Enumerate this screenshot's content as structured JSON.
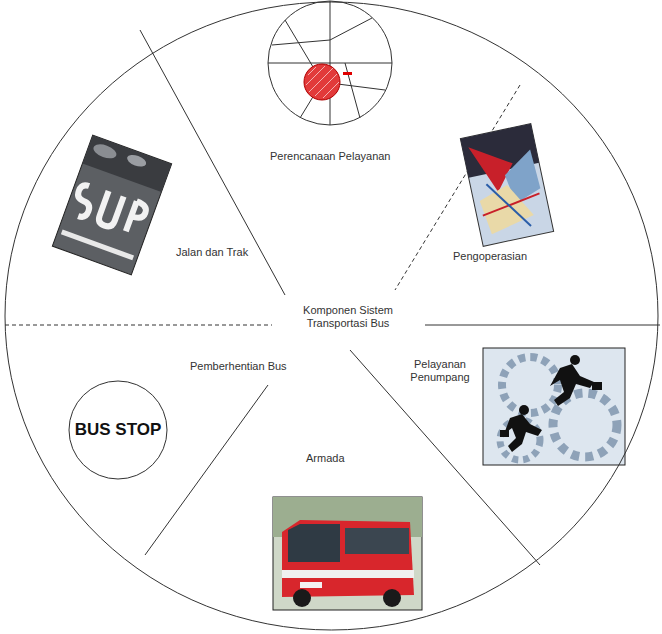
{
  "diagram": {
    "nodes": [
      {
        "text": [
          "Komponen Sistem Transportasi Bus"
        ]
      },
      {
        "text": [
          "BUS STOP"
        ],
        "in": 0
      }
    ],
    "labels": [
      "Perencanaan Pelayanan",
      "Jalan dan Trak",
      "Pengoperasian",
      "Pemberhentian Bus",
      "Pelayanan Penumpang",
      "Armada"
    ]
  }
}
